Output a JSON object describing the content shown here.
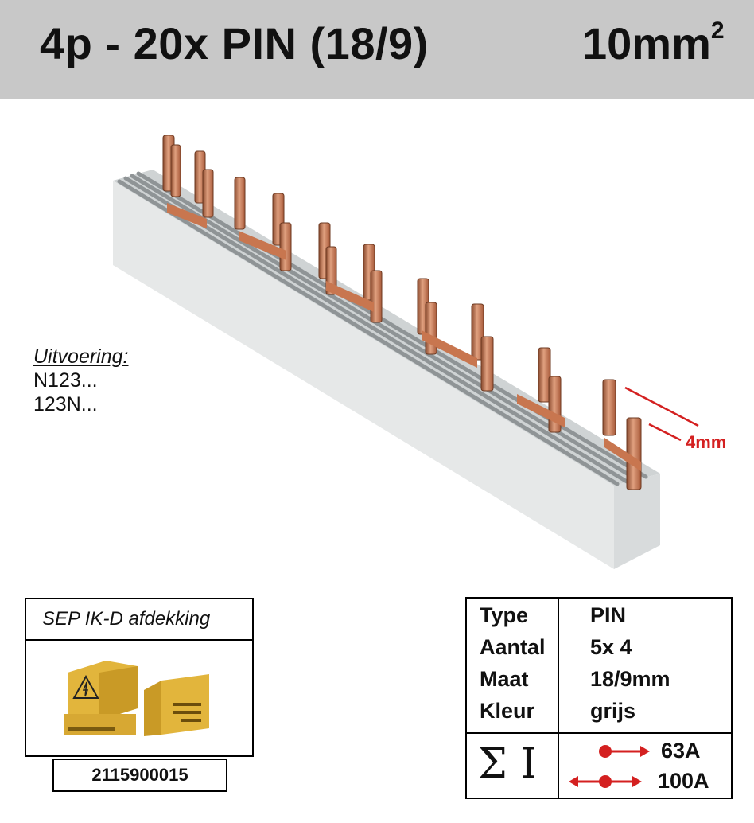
{
  "header": {
    "title": "4p - 20x PIN (18/9)",
    "size_base": "10mm",
    "size_exp": "2"
  },
  "variants": {
    "heading": "Uitvoering:",
    "items": [
      "N123...",
      "123N..."
    ]
  },
  "measure_label": "4mm",
  "accessory": {
    "title": "SEP IK-D afdekking",
    "code": "2115900015"
  },
  "specs": {
    "rows": [
      {
        "label": "Type",
        "value": "PIN"
      },
      {
        "label": "Aantal",
        "value": "5x 4"
      },
      {
        "label": "Maat",
        "value": "18/9mm"
      },
      {
        "label": "Kleur",
        "value": "grijs"
      }
    ],
    "sigma_symbol": "Σ I",
    "currents": [
      {
        "value": "63A"
      },
      {
        "value": "100A"
      }
    ]
  },
  "colors": {
    "header_bg": "#c8c8c8",
    "copper": "#c9795a",
    "accent_red": "#d42020",
    "cover_yellow": "#e2b53c"
  }
}
